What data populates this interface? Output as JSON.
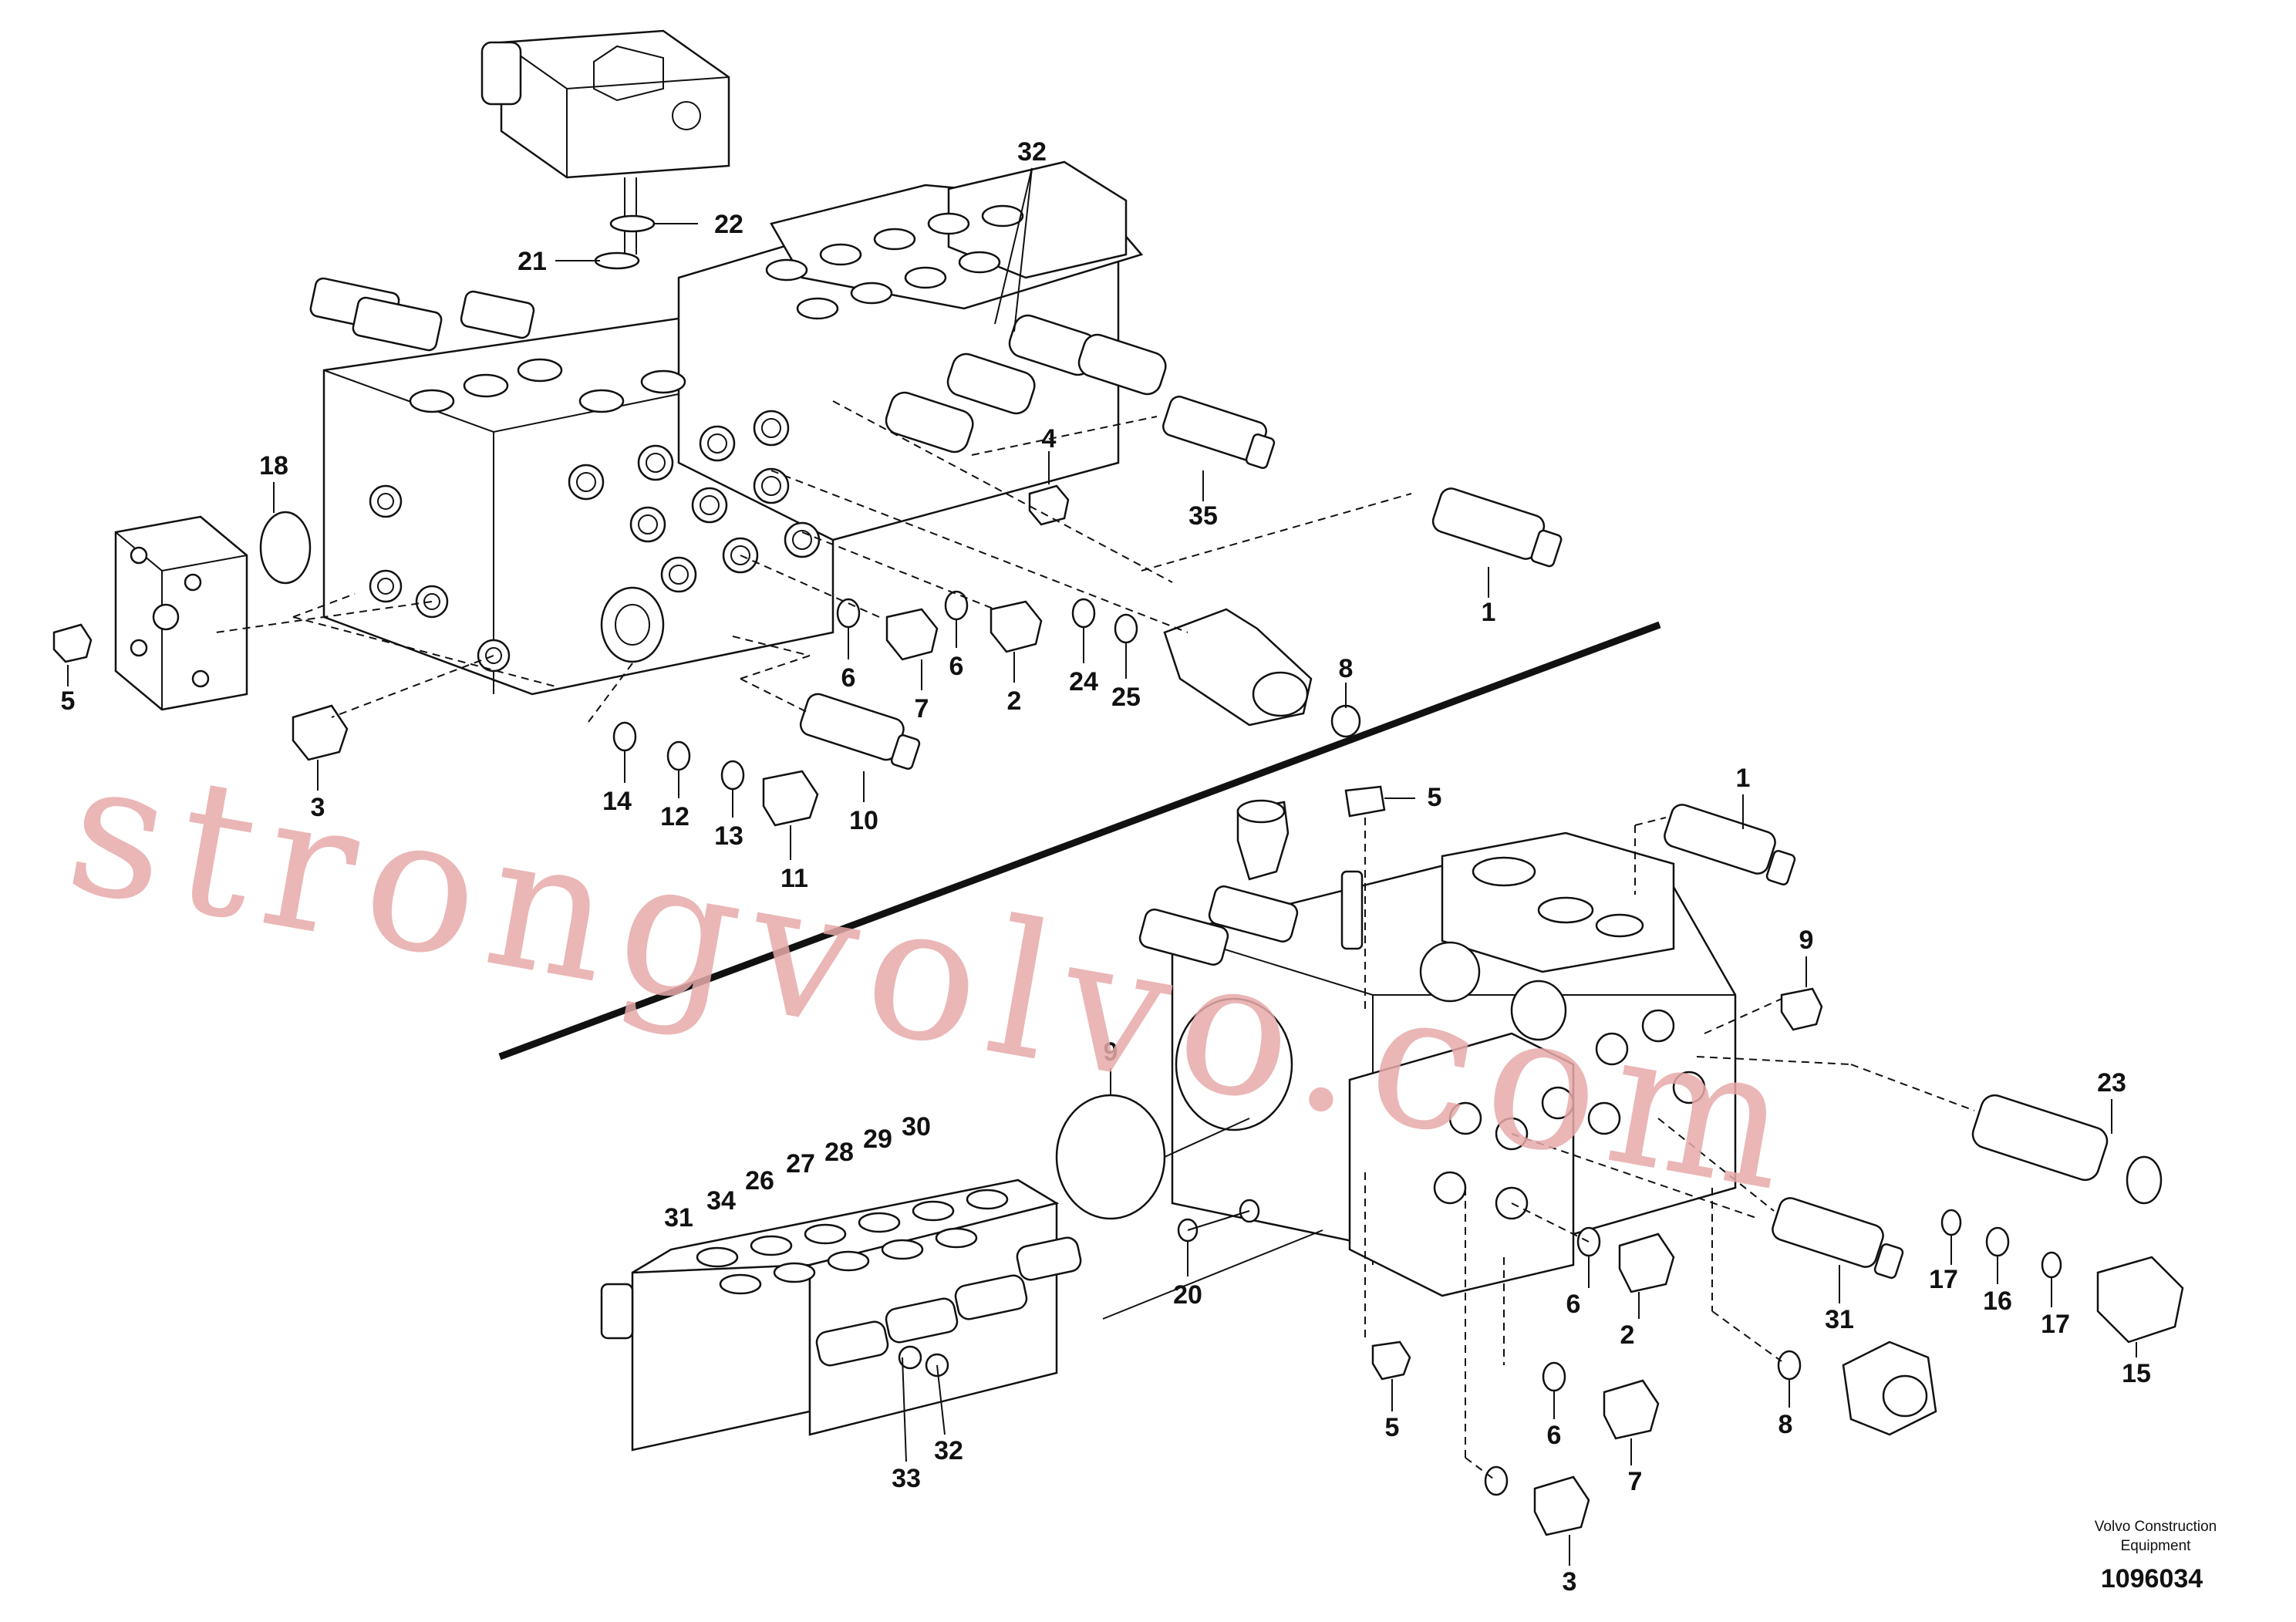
{
  "watermark": "strongvolvo.com",
  "callouts_upper": [
    "32",
    "22",
    "21",
    "18",
    "4",
    "35",
    "1",
    "8",
    "5",
    "6",
    "7",
    "6",
    "2",
    "24",
    "25",
    "3",
    "14",
    "12",
    "13",
    "10",
    "11"
  ],
  "callouts_lower": [
    "1",
    "5",
    "9",
    "9",
    "23",
    "30",
    "29",
    "28",
    "27",
    "26",
    "34",
    "31",
    "20",
    "6",
    "2",
    "31",
    "17",
    "16",
    "17",
    "15",
    "5",
    "6",
    "7",
    "8",
    "33",
    "32",
    "3"
  ],
  "credit": {
    "line1": "Volvo Construction",
    "line2": "Equipment",
    "doc_number": "1096034"
  }
}
